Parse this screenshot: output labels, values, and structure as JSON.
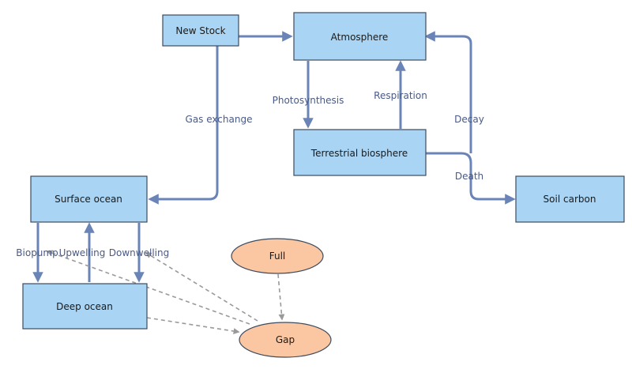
{
  "colors": {
    "box_fill": "#a9d4f3",
    "box_stroke": "#3d4b5e",
    "ellipse_fill": "#fbc7a2",
    "arrow": "#6a84b8",
    "dashed_arrow": "#9a9a9a",
    "edge_label": "#4a5a86"
  },
  "nodes": {
    "new_stock": "New Stock",
    "atmosphere": "Atmosphere",
    "terrestrial_biosphere": "Terrestrial biosphere",
    "surface_ocean": "Surface ocean",
    "deep_ocean": "Deep ocean",
    "soil_carbon": "Soil carbon",
    "full": "Full",
    "gap": "Gap"
  },
  "edges": {
    "gas_exchange": "Gas exchange",
    "photosynthesis": "Photosynthesis",
    "respiration": "Respiration",
    "decay": "Decay",
    "death": "Death",
    "biopump": "Biopump",
    "upwelling": "Upwelling",
    "downwelling": "Downwelling"
  }
}
